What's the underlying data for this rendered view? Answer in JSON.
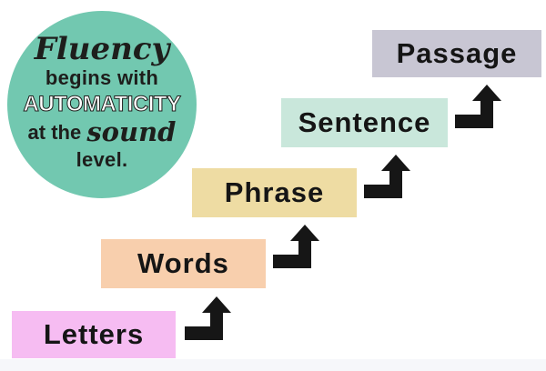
{
  "circle": {
    "bg_color": "#72c8b0",
    "text_color": "#1e1e1c",
    "line1": "Fluency",
    "line2": "begins with",
    "line3": "AUTOMATICITY",
    "line3_color": "#ffffff",
    "line4_prefix": "at the ",
    "line4_script": "sound",
    "line5": "level."
  },
  "steps": [
    {
      "label": "Letters",
      "color": "#f6bcf2"
    },
    {
      "label": "Words",
      "color": "#f8cfad"
    },
    {
      "label": "Phrase",
      "color": "#eedca3"
    },
    {
      "label": "Sentence",
      "color": "#c9e7db"
    },
    {
      "label": "Passage",
      "color": "#c8c6d3"
    }
  ],
  "arrow_color": "#161616"
}
